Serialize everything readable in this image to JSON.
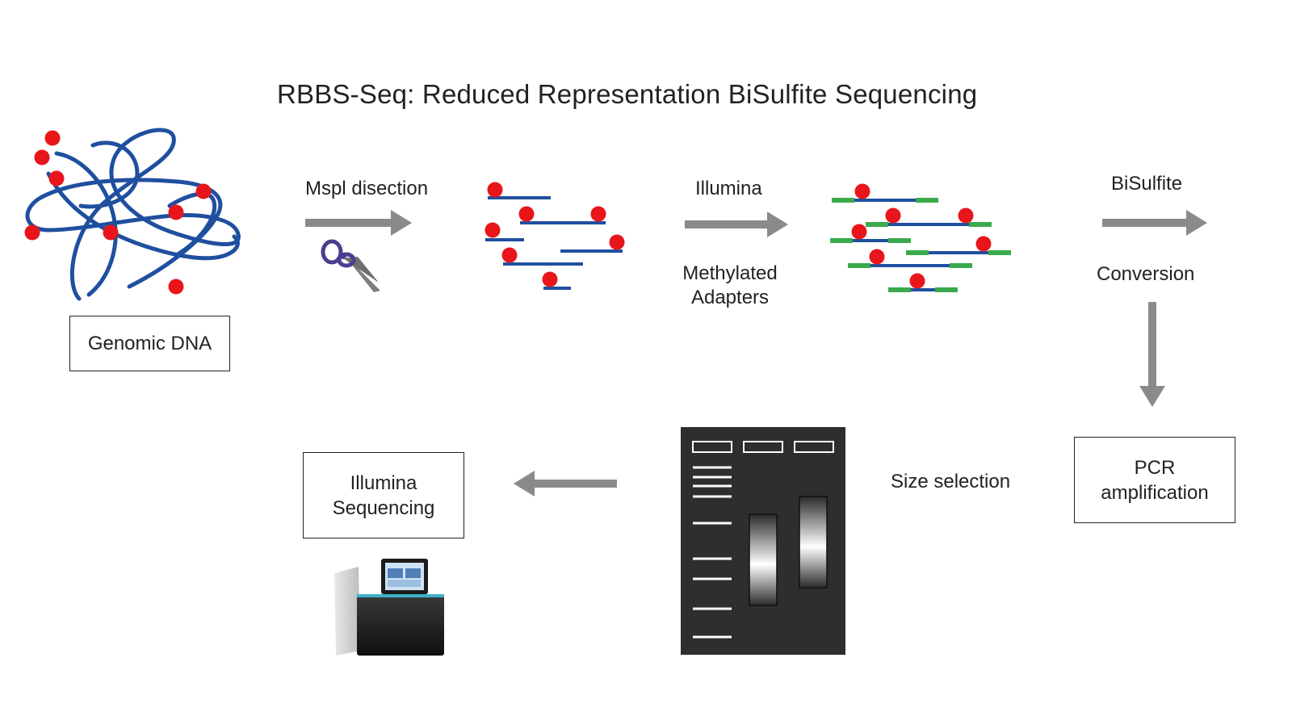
{
  "title": "RBBS-Seq: Reduced Representation BiSulfite Sequencing",
  "boxes": {
    "genomic_dna": "Genomic DNA",
    "pcr_line1": "PCR",
    "pcr_line2": "amplification",
    "illumina_seq_line1": "Illumina",
    "illumina_seq_line2": "Sequencing"
  },
  "steps": {
    "mspi": "Mspl disection",
    "illumina_top": "Illumina",
    "methylated": "Methylated",
    "adapters": "Adapters",
    "bisulfite_top": "BiSulfite",
    "conversion": "Conversion",
    "size_selection": "Size selection"
  },
  "colors": {
    "dna_blue": "#1f4f9f",
    "methyl_red": "#e8161b",
    "adapter_green": "#3aaa4b",
    "arrow_gray": "#8a8a8a",
    "gel_bg": "#2e2e2e"
  },
  "icons": [
    "dna-tangle-icon",
    "scissors-icon",
    "gel-icon",
    "sequencer-icon",
    "arrow-icon"
  ]
}
